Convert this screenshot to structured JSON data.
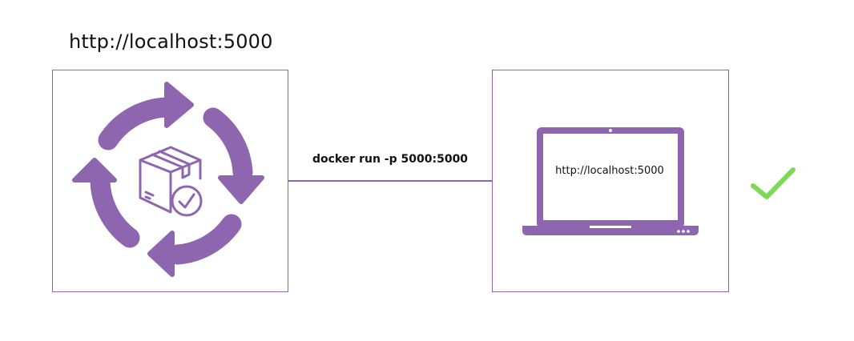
{
  "diagram": {
    "top_url": "http://localhost:5000",
    "command": "docker run -p 5000:5000",
    "screen_url": "http://localhost:5000"
  },
  "colors": {
    "accent": "#8e66b0",
    "check": "#7ed957",
    "text": "#111111"
  },
  "icons": {
    "container_cycle": "cycle-arrows-icon",
    "package": "package-box-icon",
    "laptop": "laptop-icon",
    "success": "checkmark-icon"
  }
}
